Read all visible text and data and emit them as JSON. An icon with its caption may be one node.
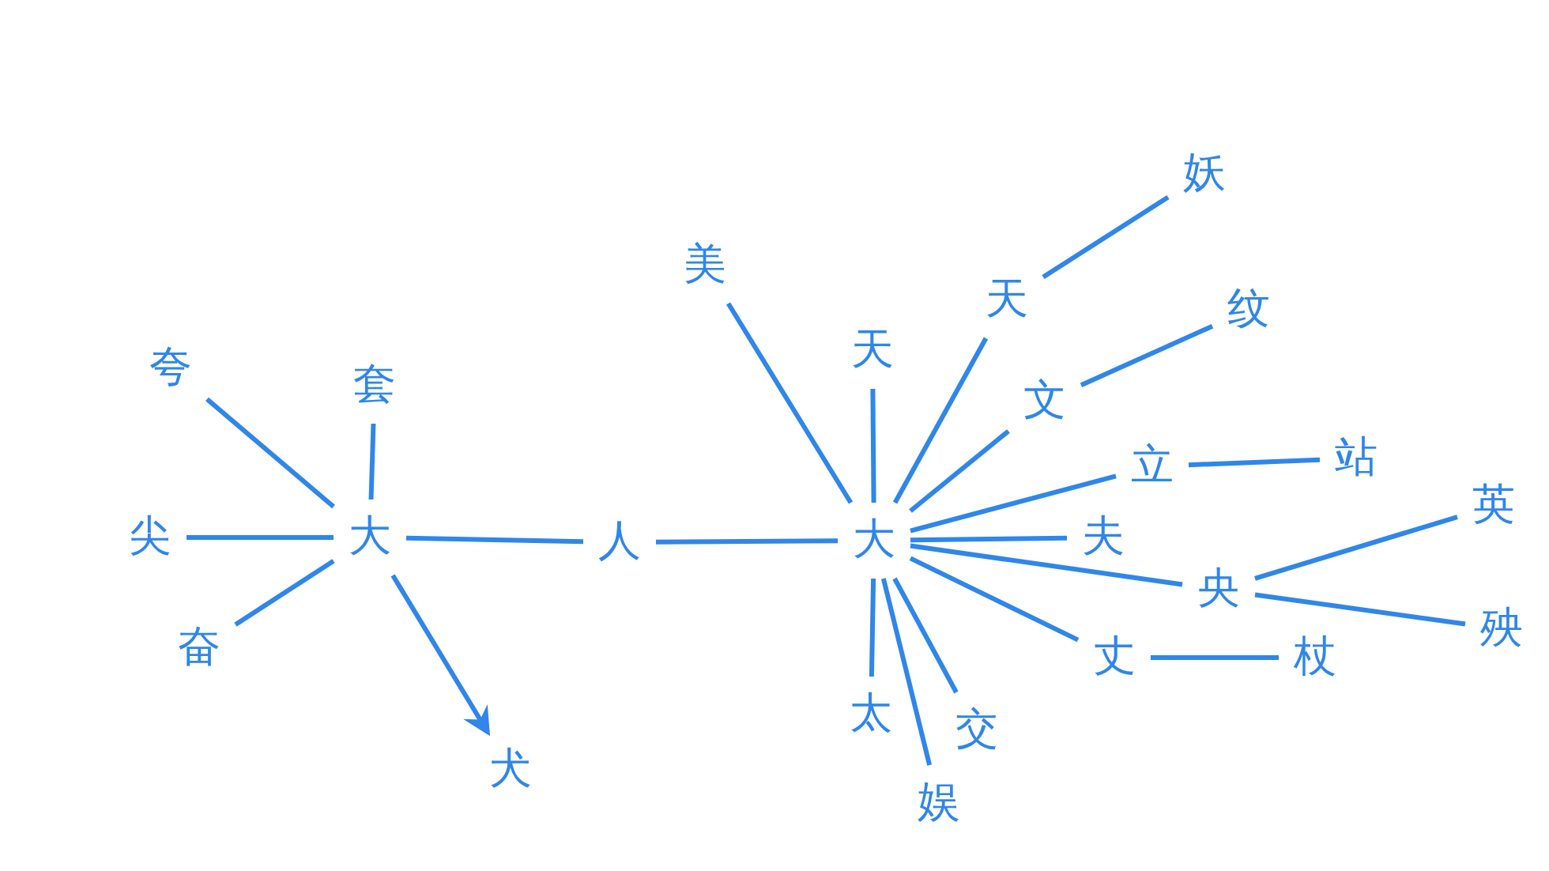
{
  "diagram": {
    "nodes": [
      {
        "text": [
          "夸"
        ]
      },
      {
        "text": [
          "套"
        ]
      },
      {
        "text": [
          "尖"
        ]
      },
      {
        "text": [
          "大"
        ]
      },
      {
        "text": [
          "奋"
        ]
      },
      {
        "text": [
          "犬"
        ]
      },
      {
        "text": [
          "人"
        ]
      },
      {
        "text": [
          "美"
        ]
      },
      {
        "text": [
          "天"
        ]
      },
      {
        "text": [
          "天"
        ]
      },
      {
        "text": [
          "妖"
        ]
      },
      {
        "text": [
          "文"
        ]
      },
      {
        "text": [
          "纹"
        ]
      },
      {
        "text": [
          "立"
        ]
      },
      {
        "text": [
          "站"
        ]
      },
      {
        "text": [
          "大"
        ]
      },
      {
        "text": [
          "夫"
        ]
      },
      {
        "text": [
          "央"
        ]
      },
      {
        "text": [
          "英"
        ]
      },
      {
        "text": [
          "殃"
        ]
      },
      {
        "text": [
          "丈"
        ]
      },
      {
        "text": [
          "杖"
        ]
      },
      {
        "text": [
          "太"
        ]
      },
      {
        "text": [
          "交"
        ]
      },
      {
        "text": [
          "娱"
        ]
      }
    ],
    "edges": [
      {
        "from": 3,
        "to": 0,
        "arrow": "none"
      },
      {
        "from": 3,
        "to": 1,
        "arrow": "none"
      },
      {
        "from": 3,
        "to": 2,
        "arrow": "none"
      },
      {
        "from": 3,
        "to": 4,
        "arrow": "none"
      },
      {
        "from": 3,
        "to": 5,
        "arrow": "to"
      },
      {
        "from": 3,
        "to": 6,
        "arrow": "none"
      },
      {
        "from": 6,
        "to": 15,
        "arrow": "none"
      },
      {
        "from": 15,
        "to": 7,
        "arrow": "none"
      },
      {
        "from": 15,
        "to": 8,
        "arrow": "none"
      },
      {
        "from": 15,
        "to": 9,
        "arrow": "none"
      },
      {
        "from": 9,
        "to": 10,
        "arrow": "none"
      },
      {
        "from": 15,
        "to": 11,
        "arrow": "none"
      },
      {
        "from": 11,
        "to": 12,
        "arrow": "none"
      },
      {
        "from": 15,
        "to": 13,
        "arrow": "none"
      },
      {
        "from": 13,
        "to": 14,
        "arrow": "none"
      },
      {
        "from": 15,
        "to": 16,
        "arrow": "none"
      },
      {
        "from": 15,
        "to": 17,
        "arrow": "none"
      },
      {
        "from": 17,
        "to": 18,
        "arrow": "none"
      },
      {
        "from": 17,
        "to": 19,
        "arrow": "none"
      },
      {
        "from": 15,
        "to": 20,
        "arrow": "none"
      },
      {
        "from": 20,
        "to": 21,
        "arrow": "none"
      },
      {
        "from": 15,
        "to": 22,
        "arrow": "none"
      },
      {
        "from": 15,
        "to": 23,
        "arrow": "none"
      },
      {
        "from": 15,
        "to": 24,
        "arrow": "none"
      }
    ]
  }
}
